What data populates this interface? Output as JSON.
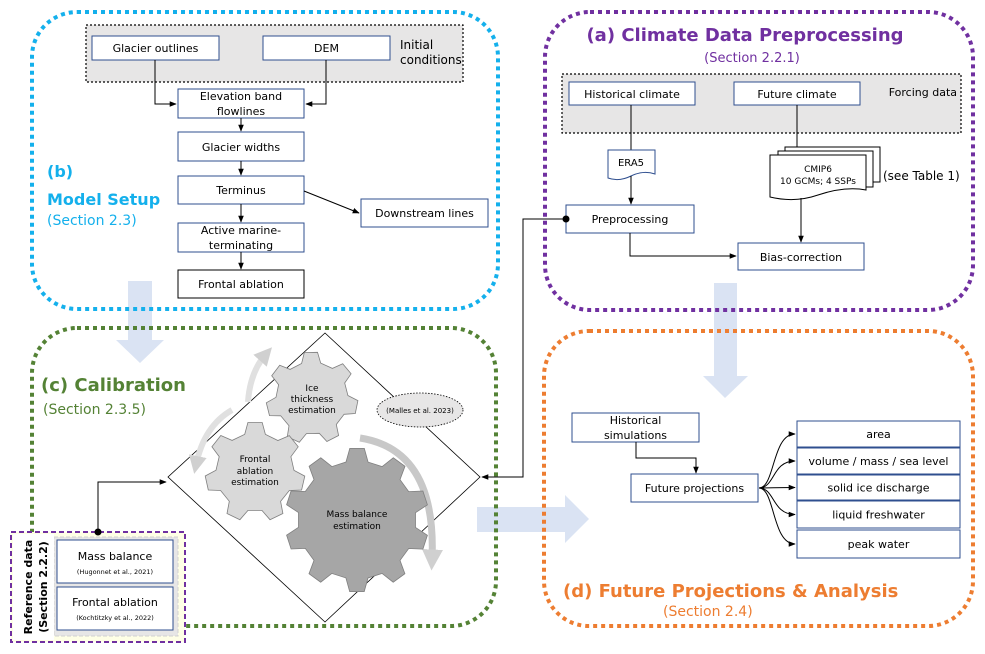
{
  "colors": {
    "blue": "#14B0EC",
    "purple": "#7030A0",
    "green": "#548235",
    "orange": "#ED7D31",
    "box_border": "#2F4F8F",
    "arrow_fill": "#DAE3F3",
    "gray_panel": "#E7E6E6"
  },
  "section_b": {
    "label": "(b)",
    "title": "Model Setup",
    "section": "(Section 2.3)",
    "initial_conditions_label": [
      "Initial",
      "conditions"
    ],
    "inputs": [
      "Glacier outlines",
      "DEM"
    ],
    "steps": [
      [
        "Elevation band",
        "flowlines"
      ],
      [
        "Glacier widths"
      ],
      [
        "Terminus"
      ],
      [
        "Active marine-",
        "terminating"
      ],
      [
        "Frontal ablation"
      ]
    ],
    "downstream": "Downstream lines"
  },
  "section_a": {
    "title": "(a) Climate Data Preprocessing",
    "section": "(Section 2.2.1)",
    "forcing_label": "Forcing data",
    "historical": "Historical climate",
    "future": "Future climate",
    "era5": "ERA5",
    "cmip6": [
      "CMIP6",
      "10 GCMs; 4 SSPs"
    ],
    "see_table": "(see Table 1)",
    "preprocessing": "Preprocessing",
    "bias_correction": "Bias-correction"
  },
  "section_c": {
    "title": "(c) Calibration",
    "section": "(Section 2.3.5)",
    "gears": {
      "ice": [
        "Ice",
        "thickness",
        "estimation"
      ],
      "frontal": [
        "Frontal",
        "ablation",
        "estimation"
      ],
      "mass": [
        "Mass balance",
        "estimation"
      ]
    },
    "citation": "(Malles et al. 2023)",
    "reference": {
      "label": [
        "Reference data",
        "(Section 2.2.2)"
      ],
      "items": [
        {
          "title": "Mass balance",
          "cite": "(Hugonnet et al., 2021)"
        },
        {
          "title": "Frontal ablation",
          "cite": "(Kochtitzky et al., 2022)"
        }
      ]
    }
  },
  "section_d": {
    "title": "(d) Future Projections & Analysis",
    "section": "(Section 2.4)",
    "historical_sim": [
      "Historical",
      "simulations"
    ],
    "future_proj": "Future projections",
    "outputs": [
      "area",
      "volume / mass / sea level",
      "solid ice discharge",
      "liquid freshwater",
      "peak water"
    ]
  }
}
